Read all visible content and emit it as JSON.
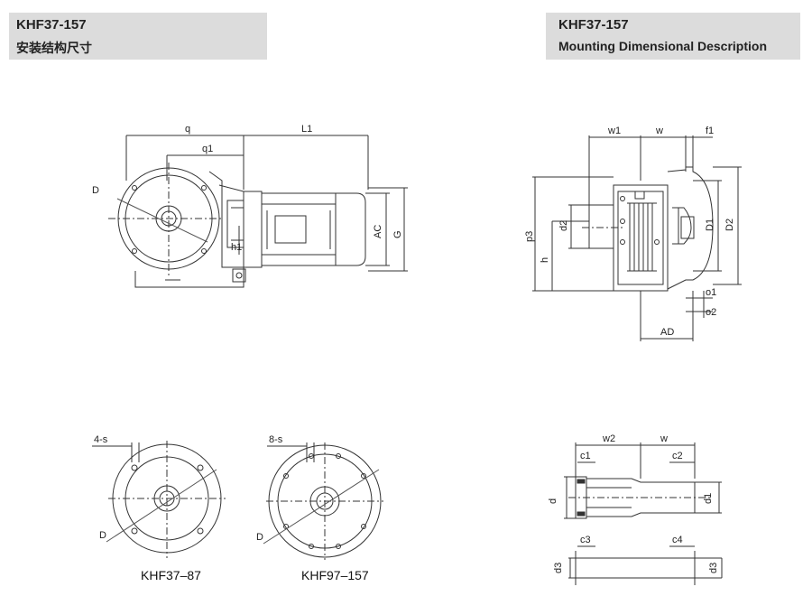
{
  "header_left": {
    "model": "KHF37-157",
    "subtitle": "安装结构尺寸"
  },
  "header_right": {
    "model": "KHF37-157",
    "subtitle": "Mounting Dimensional Description"
  },
  "front_view": {
    "labels": {
      "q": "q",
      "q1": "q1",
      "L1": "L1",
      "D": "D",
      "h1": "h1",
      "AC": "AC",
      "G": "G"
    }
  },
  "side_view": {
    "labels": {
      "w1": "w1",
      "w": "w",
      "f1": "f1",
      "p3": "p3",
      "h": "h",
      "d2": "d2",
      "D1": "D1",
      "D2": "D2",
      "o1": "o1",
      "o2": "o2",
      "AD": "AD"
    }
  },
  "flange_small": {
    "hole_label": "4-s",
    "diameter_label": "D",
    "caption": "KHF37–87"
  },
  "flange_large": {
    "hole_label": "8-s",
    "diameter_label": "D",
    "caption": "KHF97–157"
  },
  "shaft_view": {
    "labels": {
      "w2": "w2",
      "w": "w",
      "c1": "c1",
      "c2": "c2",
      "d": "d",
      "d1": "d1",
      "c3": "c3",
      "c4": "c4",
      "d3_left": "d3",
      "d3_right": "d3"
    }
  },
  "colors": {
    "line": "#333333",
    "header_bg": "#dcdcdc"
  }
}
